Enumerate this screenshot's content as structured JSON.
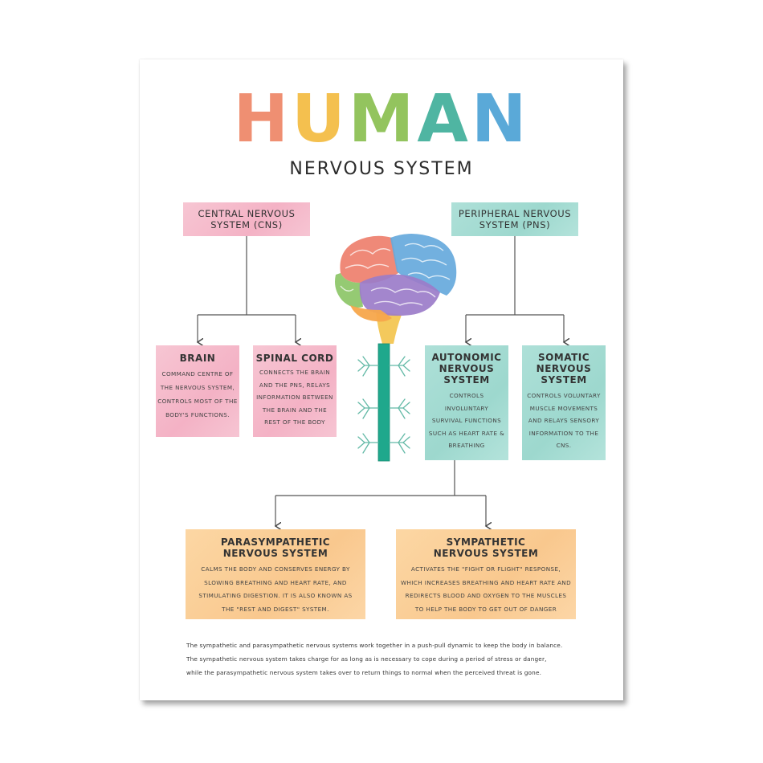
{
  "title": {
    "letters": [
      "H",
      "U",
      "M",
      "A",
      "N"
    ],
    "colors": [
      "#ef8f72",
      "#f4c04f",
      "#93c45e",
      "#4fb5a2",
      "#5aa9d8"
    ],
    "subtitle": "NERVOUS SYSTEM"
  },
  "cns": {
    "label": "CENTRAL NERVOUS SYSTEM (CNS)"
  },
  "pns": {
    "label": "PERIPHERAL NERVOUS SYSTEM (PNS)"
  },
  "brain": {
    "title": "BRAIN",
    "text": [
      "COMMAND CENTRE OF",
      "THE NERVOUS SYSTEM,",
      "CONTROLS MOST OF THE",
      "BODY'S FUNCTIONS."
    ]
  },
  "spinal_cord": {
    "title": "SPINAL CORD",
    "text": [
      "CONNECTS THE BRAIN",
      "AND THE PNS, RELAYS",
      "INFORMATION BETWEEN",
      "THE BRAIN AND THE",
      "REST OF THE BODY"
    ]
  },
  "autonomic": {
    "title": [
      "AUTONOMIC",
      "NERVOUS",
      "SYSTEM"
    ],
    "text": [
      "CONTROLS",
      "INVOLUNTARY",
      "SURVIVAL FUNCTIONS",
      "SUCH AS HEART RATE &",
      "BREATHING"
    ]
  },
  "somatic": {
    "title": [
      "SOMATIC",
      "NERVOUS",
      "SYSTEM"
    ],
    "text": [
      "CONTROLS VOLUNTARY",
      "MUSCLE MOVEMENTS",
      "AND RELAYS SENSORY",
      "INFORMATION TO THE",
      "CNS."
    ]
  },
  "parasympathetic": {
    "title": [
      "PARASYMPATHETIC",
      "NERVOUS SYSTEM"
    ],
    "text": [
      "CALMS THE BODY AND CONSERVES ENERGY BY",
      "SLOWING BREATHING AND HEART RATE, AND",
      "STIMULATING DIGESTION. IT IS ALSO KNOWN AS",
      "THE \"REST AND DIGEST\" SYSTEM."
    ]
  },
  "sympathetic": {
    "title": [
      "SYMPATHETIC",
      "NERVOUS SYSTEM"
    ],
    "text": [
      "ACTIVATES THE \"FIGHT OR FLIGHT\" RESPONSE,",
      "WHICH INCREASES BREATHING AND HEART RATE AND",
      "REDIRECTS BLOOD AND OXYGEN TO THE MUSCLES",
      "TO HELP THE BODY TO GET OUT OF DANGER"
    ]
  },
  "footer": [
    "The sympathetic and parasympathetic nervous systems work together in a push-pull dynamic to keep the body in balance.",
    "The sympathetic nervous system takes charge for as long as is necessary to cope during a period of stress or danger,",
    "while the parasympathetic nervous system takes over to return things to normal when the perceived threat is gone."
  ],
  "colors": {
    "pink": "#f4b2c5",
    "teal": "#9dd8ce",
    "orange": "#f9c88e",
    "spine": "#1fa88c",
    "line": "#444444"
  }
}
